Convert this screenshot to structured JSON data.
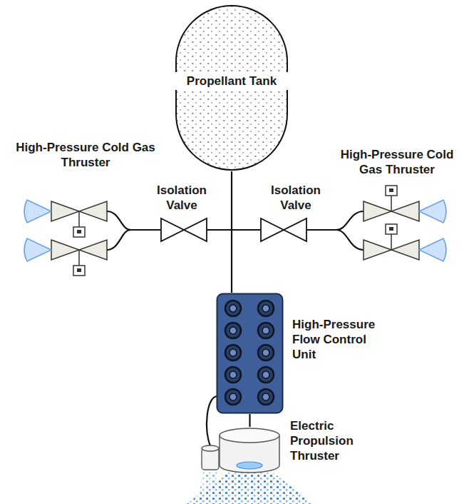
{
  "diagram": {
    "nodes": [
      {
        "text": [
          "Propellant Tank"
        ]
      },
      {
        "text": [
          "High-Pressure Flow Control Unit"
        ]
      },
      {
        "text": [
          "Electric Propulsion Thruster"
        ]
      }
    ],
    "edges": [
      {
        "from": 0,
        "to": 1,
        "arrow": "none"
      },
      {
        "from": 1,
        "to": 2,
        "arrow": "none"
      }
    ],
    "labels": [
      "High-Pressure Cold Gas Thruster",
      "Isolation Valve",
      "Isolation Valve",
      "High-Pressure Cold Gas Thruster"
    ]
  }
}
